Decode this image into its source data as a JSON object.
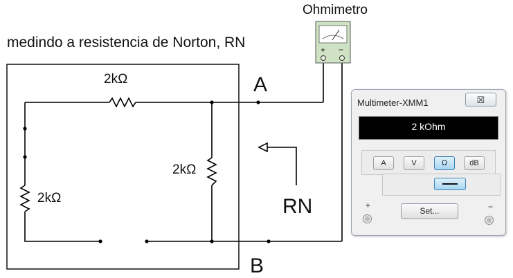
{
  "caption": "medindo a resistencia de Norton, RN",
  "ohmmeter_title": "Ohmimetro",
  "resistor_labels": {
    "top": "2kΩ",
    "middle": "2kΩ",
    "left": "2kΩ"
  },
  "node_labels": {
    "a": "A",
    "b": "B"
  },
  "arrow_label": "RN",
  "meter_symbol_signs": {
    "plus": "+",
    "minus": "−"
  },
  "multimeter": {
    "title": "Multimeter-XMM1",
    "close_glyph": "☒",
    "display_value": "2 kOhm",
    "mode_buttons": [
      "A",
      "V",
      "Ω",
      "dB"
    ],
    "active_mode": "Ω",
    "set_label": "Set...",
    "plus_label": "+",
    "minus_label": "−"
  },
  "colors": {
    "wire": "#000000",
    "meter_face": "#cfe3c4",
    "active_button": "#a7d6f2",
    "display_bg": "#000000"
  }
}
